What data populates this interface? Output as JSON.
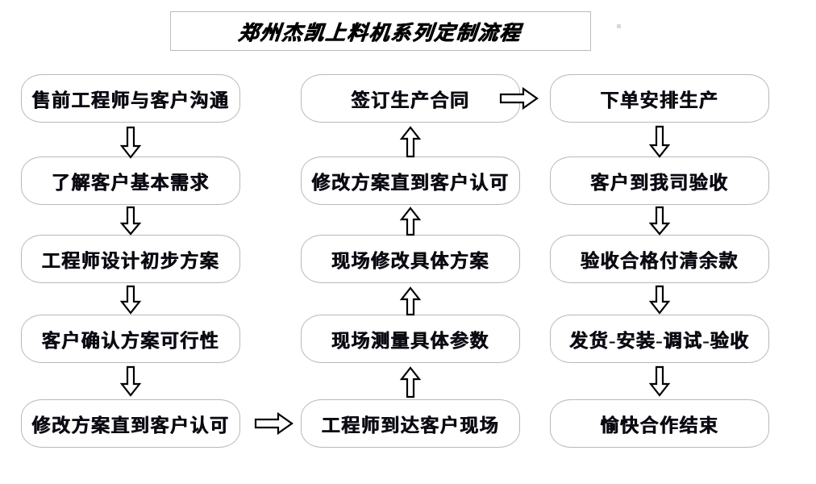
{
  "title": {
    "text": "郑州杰凯上料机系列定制流程"
  },
  "colors": {
    "box_border": "#b9b9b9",
    "title_border": "#bcbcbc",
    "text": "#0b0b14",
    "arrow_stroke": "#000000",
    "background": "#ffffff"
  },
  "columns": [
    {
      "id": "column-1",
      "flow_direction": "down",
      "nodes": [
        {
          "id": "node-1-1",
          "label": "售前工程师与客户沟通"
        },
        {
          "id": "node-1-2",
          "label": "了解客户基本需求"
        },
        {
          "id": "node-1-3",
          "label": "工程师设计初步方案"
        },
        {
          "id": "node-1-4",
          "label": "客户确认方案可行性"
        },
        {
          "id": "node-1-5",
          "label": "修改方案直到客户认可"
        }
      ]
    },
    {
      "id": "column-2",
      "flow_direction": "up",
      "nodes": [
        {
          "id": "node-2-1",
          "label": "签订生产合同"
        },
        {
          "id": "node-2-2",
          "label": "修改方案直到客户认可"
        },
        {
          "id": "node-2-3",
          "label": "现场修改具体方案"
        },
        {
          "id": "node-2-4",
          "label": "现场测量具体参数"
        },
        {
          "id": "node-2-5",
          "label": "工程师到达客户现场"
        }
      ]
    },
    {
      "id": "column-3",
      "flow_direction": "down",
      "nodes": [
        {
          "id": "node-3-1",
          "label": "下单安排生产"
        },
        {
          "id": "node-3-2",
          "label": "客户到我司验收"
        },
        {
          "id": "node-3-3",
          "label": "验收合格付清余款"
        },
        {
          "id": "node-3-4",
          "label": "发货-安装-调试-验收"
        },
        {
          "id": "node-3-5",
          "label": "愉快合作结束"
        }
      ]
    }
  ],
  "connectors": [
    {
      "id": "arrow-c1-r1-r2",
      "direction": "down",
      "icon": "arrow-down-icon"
    },
    {
      "id": "arrow-c1-r2-r3",
      "direction": "down",
      "icon": "arrow-down-icon"
    },
    {
      "id": "arrow-c1-r3-r4",
      "direction": "down",
      "icon": "arrow-down-icon"
    },
    {
      "id": "arrow-c1-r4-r5",
      "direction": "down",
      "icon": "arrow-down-icon"
    },
    {
      "id": "arrow-c1-to-c2",
      "direction": "right",
      "icon": "arrow-right-icon"
    },
    {
      "id": "arrow-c2-r5-r4",
      "direction": "up",
      "icon": "arrow-up-icon"
    },
    {
      "id": "arrow-c2-r4-r3",
      "direction": "up",
      "icon": "arrow-up-icon"
    },
    {
      "id": "arrow-c2-r3-r2",
      "direction": "up",
      "icon": "arrow-up-icon"
    },
    {
      "id": "arrow-c2-r2-r1",
      "direction": "up",
      "icon": "arrow-up-icon"
    },
    {
      "id": "arrow-c2-to-c3",
      "direction": "right",
      "icon": "arrow-right-icon"
    },
    {
      "id": "arrow-c3-r1-r2",
      "direction": "down",
      "icon": "arrow-down-icon"
    },
    {
      "id": "arrow-c3-r2-r3",
      "direction": "down",
      "icon": "arrow-down-icon"
    },
    {
      "id": "arrow-c3-r3-r4",
      "direction": "down",
      "icon": "arrow-down-icon"
    },
    {
      "id": "arrow-c3-r4-r5",
      "direction": "down",
      "icon": "arrow-down-icon"
    }
  ]
}
